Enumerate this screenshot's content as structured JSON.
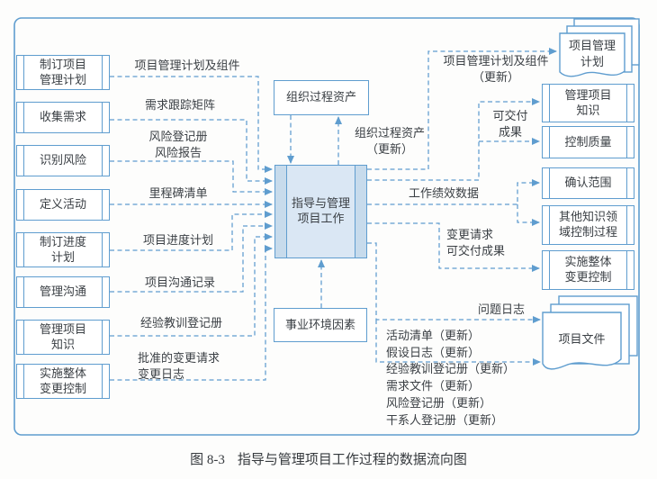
{
  "caption": {
    "number": "图 8-3",
    "title": "指导与管理项目工作过程的数据流向图"
  },
  "colors": {
    "line": "#5f9dcf",
    "center_fill": "#dae7f4",
    "text": "#3a3f44",
    "box_fill": "#ffffff"
  },
  "center_process": {
    "label": "指导与管理\n项目工作"
  },
  "stores": {
    "opa": "组织过程资产",
    "eef": "事业环境因素"
  },
  "left_processes": [
    {
      "label": "制订项目\n管理计划"
    },
    {
      "label": "收集需求"
    },
    {
      "label": "识别风险"
    },
    {
      "label": "定义活动"
    },
    {
      "label": "制订进度\n计划"
    },
    {
      "label": "管理沟通"
    },
    {
      "label": "管理项目\n知识"
    },
    {
      "label": "实施整体\n变更控制"
    }
  ],
  "right_processes": [
    {
      "label": "管理项目\n知识"
    },
    {
      "label": "控制质量"
    },
    {
      "label": "确认范围"
    },
    {
      "label": "其他知识领\n域控制过程"
    },
    {
      "label": "实施整体\n变更控制"
    }
  ],
  "documents": [
    {
      "label": "项目管理\n计划"
    },
    {
      "label": "项目文件"
    }
  ],
  "flow_labels": {
    "pm_plan_components": "项目管理计划及组件",
    "req_trace_matrix": "需求跟踪矩阵",
    "risk_register_report": "风险登记册\n风险报告",
    "milestone_list": "里程碑清单",
    "schedule_plan": "项目进度计划",
    "communications": "项目沟通记录",
    "lessons_learned": "经验教训登记册",
    "approved_changes": "批准的变更请求\n变更日志",
    "opa_updates": "组织过程资产\n（更新）",
    "pm_plan_updates": "项目管理计划及组件\n（更新）",
    "deliverables": "可交付\n成果",
    "work_performance_data": "工作绩效数据",
    "change_requests_deliverables": "变更请求\n可交付成果",
    "issue_log": "问题日志",
    "document_updates": "活动清单（更新）\n假设日志（更新）\n经验教训登记册（更新）\n需求文件（更新）\n风险登记册（更新）\n干系人登记册（更新）"
  }
}
